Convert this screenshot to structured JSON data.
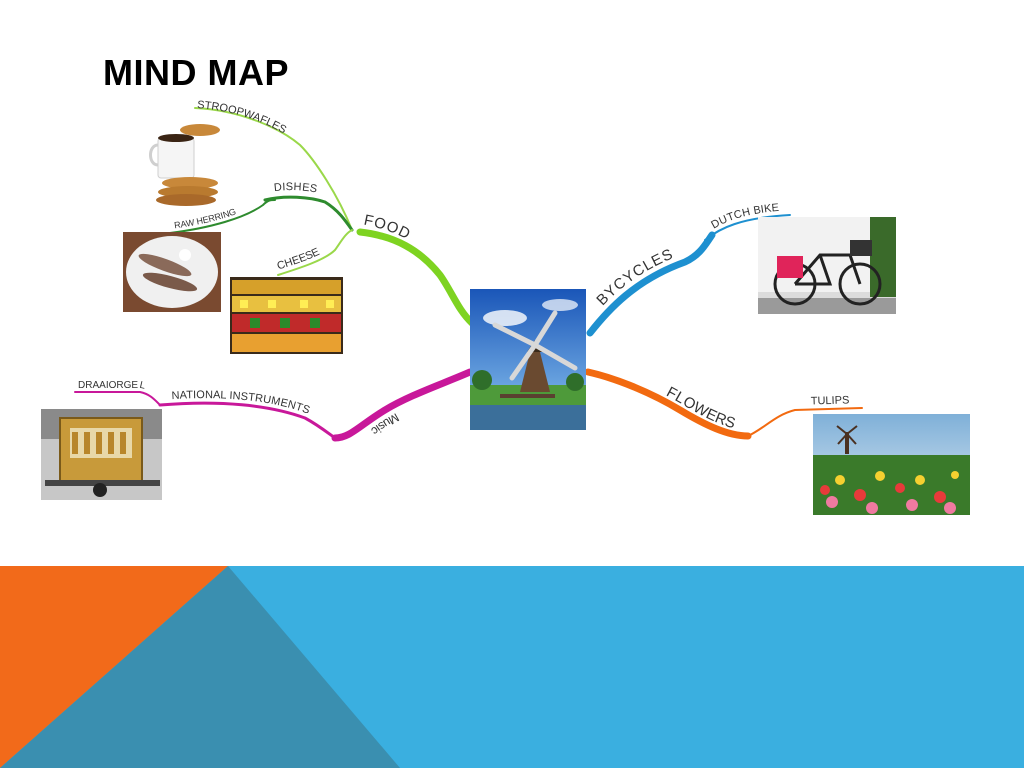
{
  "title": "MIND MAP",
  "colors": {
    "food": "#7ed321",
    "dishes": "#2e8b2e",
    "bicycles": "#1e90d0",
    "flowers": "#f26a10",
    "music": "#c8189a",
    "footer_blue": "#3aafe0",
    "footer_orange": "#f26a1a",
    "footer_triangle": "#3a8fb0"
  },
  "center_image": "windmill-photo",
  "branches": {
    "food": {
      "label": "FOOD",
      "sub": {
        "stroopwafles": "STROOPWAFLES",
        "dishes": "DISHES",
        "raw_herring": "RAW HERRING",
        "cheese": "CHEESE"
      }
    },
    "bicycles": {
      "label": "BYCYCLES",
      "sub": {
        "dutch_bike": "DUTCH BIKE"
      }
    },
    "flowers": {
      "label": "FLOWERS",
      "sub": {
        "tulips": "TULIPS"
      }
    },
    "music": {
      "label": "Music",
      "sub": {
        "national_instruments": "NATIONAL INSTRUMENTS",
        "draaiorgel": "DRAAIORGEL"
      }
    }
  }
}
